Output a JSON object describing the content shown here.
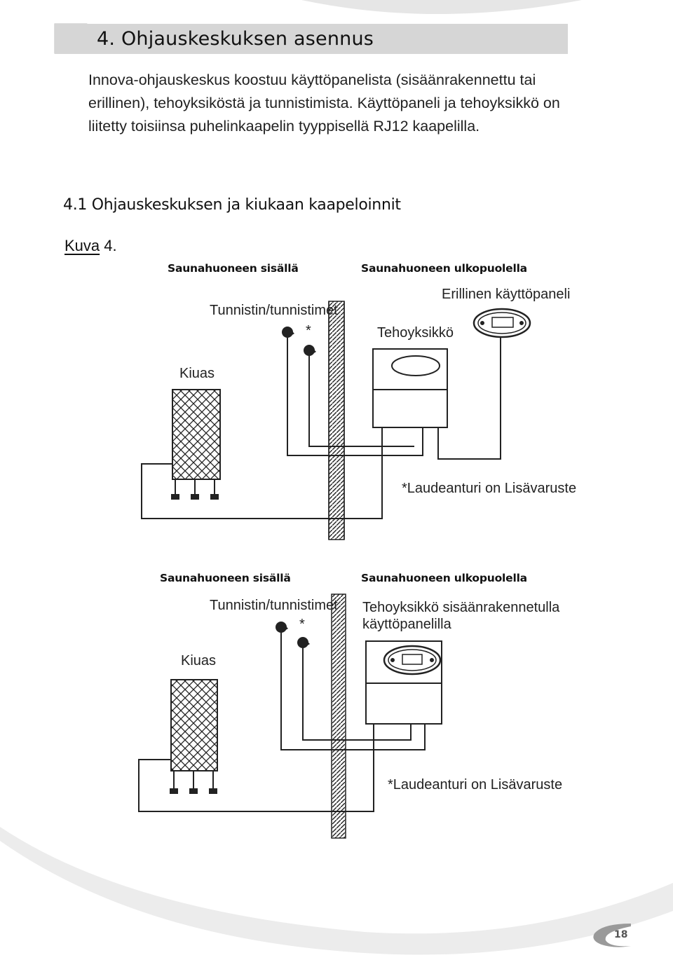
{
  "section": {
    "title": "4. Ohjauskeskuksen asennus"
  },
  "intro": "Innova-ohjauskeskus koostuu käyttöpanelista (sisäänrakennettu tai erillinen), tehoyksiköstä ja tunnistimista. Käyttöpaneli ja tehoyksikkö on liitetty toisiinsa puhelinkaapelin tyyppisellä RJ12 kaapelilla.",
  "subsection": {
    "title": "4.1 Ohjauskeskuksen ja kiukaan kaapeloinnit"
  },
  "figure": {
    "label_word": "Kuva",
    "label_number": " 4."
  },
  "diagram1": {
    "inside_label": "Saunahuoneen sisällä",
    "outside_label": "Saunahuoneen ulkopuolella",
    "sensors_label": "Tunnistin/tunnistimet",
    "asterisk": "*",
    "heater_label": "Kiuas",
    "power_unit_label": "Tehoyksikkö",
    "panel_label": "Erillinen käyttöpaneli",
    "note": "*Laudeanturi on Lisävaruste"
  },
  "diagram2": {
    "inside_label": "Saunahuoneen sisällä",
    "outside_label": "Saunahuoneen ulkopuolella",
    "sensors_label": "Tunnistin/tunnistimet",
    "asterisk": "*",
    "heater_label": "Kiuas",
    "power_unit_label_line1": "Tehoyksikkö sisäänrakennetulla",
    "power_unit_label_line2": "käyttöpanelilla",
    "note": "*Laudeanturi on Lisävaruste"
  },
  "page_number": "18",
  "colors": {
    "header_bar": "#d6d6d6",
    "decor_swoosh": "#e8e8e8",
    "line": "#222222"
  }
}
